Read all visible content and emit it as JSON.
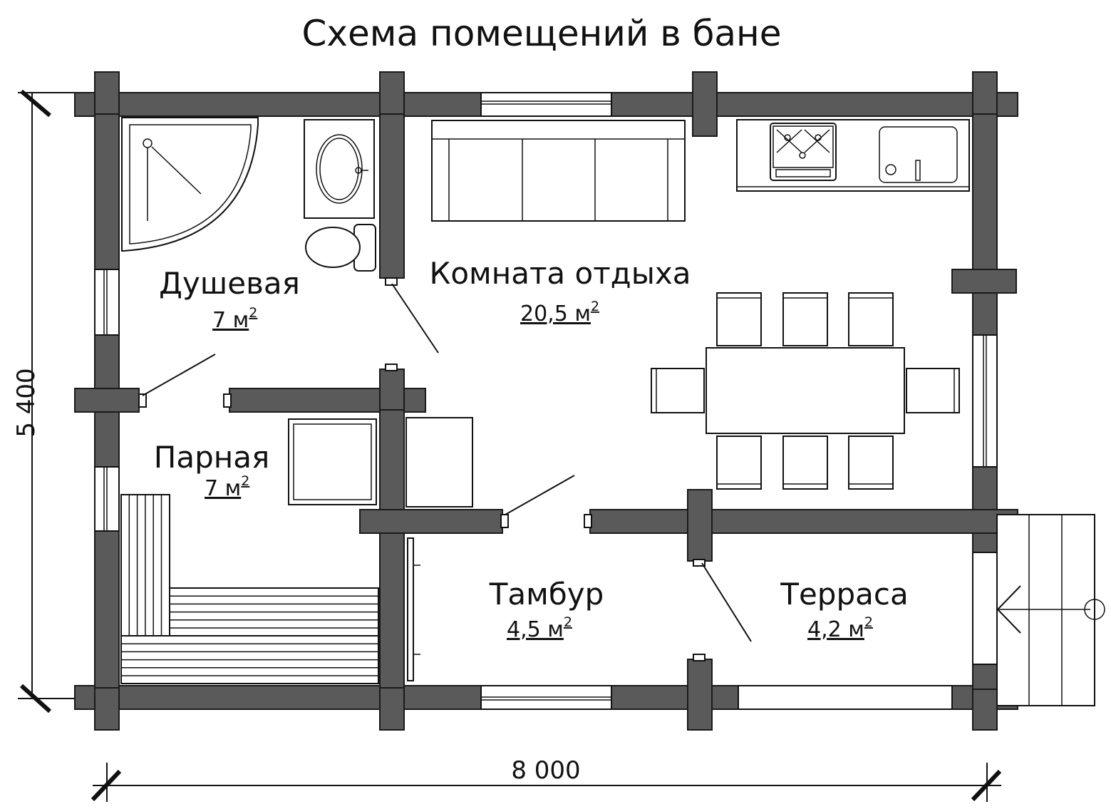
{
  "title": "Схема помещений в бане",
  "dimensions": {
    "width": "8 000",
    "height": "5 400"
  },
  "rooms": [
    {
      "name": "Душевая",
      "area": "7 м",
      "unit_power": "2"
    },
    {
      "name": "Комната отдыха",
      "area": "20,5 м",
      "unit_power": "2"
    },
    {
      "name": "Парная",
      "area": "7 м",
      "unit_power": "2"
    },
    {
      "name": "Тамбур",
      "area": "4,5 м",
      "unit_power": "2"
    },
    {
      "name": "Терраса",
      "area": "4,2 м",
      "unit_power": "2"
    }
  ],
  "colors": {
    "wall": "#5a5a5a",
    "line": "#111111",
    "background": "#ffffff"
  }
}
